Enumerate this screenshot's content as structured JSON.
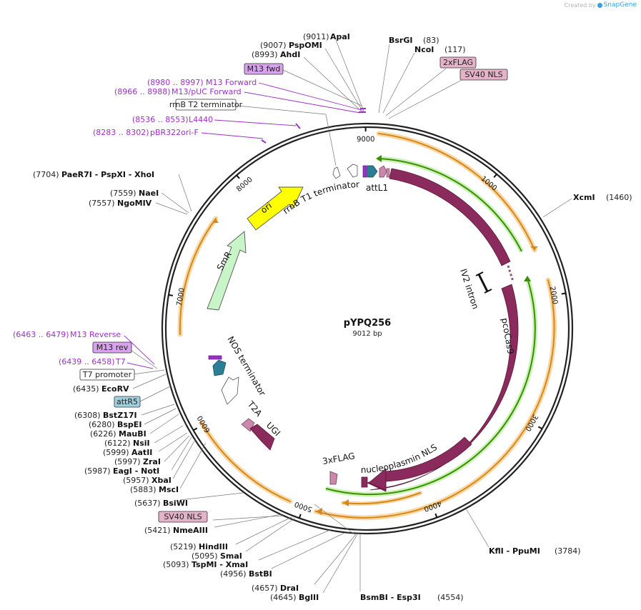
{
  "credit": {
    "text": "Created by",
    "brand": "SnapGene",
    "logo_icon": "snapgene-logo-icon"
  },
  "plasmid": {
    "name": "pYPQ256",
    "length_label": "9012 bp",
    "length": 9012
  },
  "colors": {
    "primer": "#9b30c8",
    "cds": "#8b2a5c",
    "ori": "#ffff00",
    "smr": "#c8f5c8",
    "teal": "#2a7f94",
    "tag": "#cc88aa",
    "orange": "#e89a20",
    "green": "#3a8f00"
  },
  "ticks": [
    {
      "pos": 1000,
      "label": "1000"
    },
    {
      "pos": 2000,
      "label": "2000"
    },
    {
      "pos": 3000,
      "label": "3000"
    },
    {
      "pos": 4000,
      "label": "4000"
    },
    {
      "pos": 5000,
      "label": "5000"
    },
    {
      "pos": 6000,
      "label": "6000"
    },
    {
      "pos": 7000,
      "label": "7000"
    },
    {
      "pos": 8000,
      "label": "8000"
    },
    {
      "pos": 9000,
      "label": "9000"
    }
  ],
  "feature_labels": {
    "ori": "ori",
    "smr": "SmR",
    "rrnb_t1": "rrnB T1 terminator",
    "attl1": "attL1",
    "iv2": "IV2 intron",
    "pcocas9": "pcoCas9",
    "nucleoplasmin": "nucleoplasmin NLS",
    "flag3x": "3xFLAG",
    "nos": "NOS terminator",
    "t2a": "T2A",
    "ugi": "UGI"
  },
  "sites": [
    {
      "label": "(9011)",
      "name": "ApaI",
      "pos": 9011
    },
    {
      "label": "(9007)",
      "name": "PspOMI",
      "pos": 9007
    },
    {
      "label": "(8993)",
      "name": "AhdI",
      "pos": 8993
    },
    {
      "label": "(83)",
      "name": "BsrGI",
      "pos": 83
    },
    {
      "label": "(117)",
      "name": "NcoI",
      "pos": 117
    },
    {
      "label": "(1460)",
      "name": "XcmI",
      "pos": 1460
    },
    {
      "label": "(3784)",
      "name": "KflI - PpuMI",
      "pos": 3784
    },
    {
      "label": "(4554)",
      "name": "BsmBI - Esp3I",
      "pos": 4554
    },
    {
      "label": "(4645)",
      "name": "BglII",
      "pos": 4645
    },
    {
      "label": "(4657)",
      "name": "DraI",
      "pos": 4657
    },
    {
      "label": "(4956)",
      "name": "BstBI",
      "pos": 4956
    },
    {
      "label": "(5093)",
      "name": "TspMI - XmaI",
      "pos": 5093
    },
    {
      "label": "(5095)",
      "name": "SmaI",
      "pos": 5095
    },
    {
      "label": "(5219)",
      "name": "HindIII",
      "pos": 5219
    },
    {
      "label": "(5421)",
      "name": "NmeAIII",
      "pos": 5421
    },
    {
      "label": "(5637)",
      "name": "BsiWI",
      "pos": 5637
    },
    {
      "label": "(5883)",
      "name": "MscI",
      "pos": 5883
    },
    {
      "label": "(5957)",
      "name": "XbaI",
      "pos": 5957
    },
    {
      "label": "(5987)",
      "name": "EagI - NotI",
      "pos": 5987
    },
    {
      "label": "(5997)",
      "name": "ZraI",
      "pos": 5997
    },
    {
      "label": "(5999)",
      "name": "AatII",
      "pos": 5999
    },
    {
      "label": "(6122)",
      "name": "NsiI",
      "pos": 6122
    },
    {
      "label": "(6226)",
      "name": "MauBI",
      "pos": 6226
    },
    {
      "label": "(6280)",
      "name": "BspEI",
      "pos": 6280
    },
    {
      "label": "(6308)",
      "name": "BstZ17I",
      "pos": 6308
    },
    {
      "label": "(6435)",
      "name": "EcoRV",
      "pos": 6435
    },
    {
      "label": "(7557)",
      "name": "NgoMIV",
      "pos": 7557
    },
    {
      "label": "(7559)",
      "name": "NaeI",
      "pos": 7559
    },
    {
      "label": "(7704)",
      "name": "PaeR7I - PspXI - XhoI",
      "pos": 7704
    }
  ],
  "primers": [
    {
      "range": "(8980 .. 8997)",
      "name": "M13 Forward"
    },
    {
      "range": "(8966 .. 8988)",
      "name": "M13/pUC Forward"
    },
    {
      "range": "(8536 .. 8553)",
      "name": "L4440"
    },
    {
      "range": "(8283 .. 8302)",
      "name": "pBR322ori-F"
    },
    {
      "range": "(6463 .. 6479)",
      "name": "M13 Reverse"
    },
    {
      "range": "(6439 .. 6458)",
      "name": "T7"
    }
  ],
  "boxes": [
    {
      "text": "M13 fwd",
      "kind": "primer"
    },
    {
      "text": "rrnB T2 terminator",
      "kind": "plain"
    },
    {
      "text": "2xFLAG",
      "kind": "tag"
    },
    {
      "text": "SV40 NLS",
      "kind": "tag"
    },
    {
      "text": "M13 rev",
      "kind": "primer"
    },
    {
      "text": "T7 promoter",
      "kind": "plain"
    },
    {
      "text": "attR5",
      "kind": "att"
    },
    {
      "text": "SV40 NLS",
      "kind": "tag"
    }
  ]
}
